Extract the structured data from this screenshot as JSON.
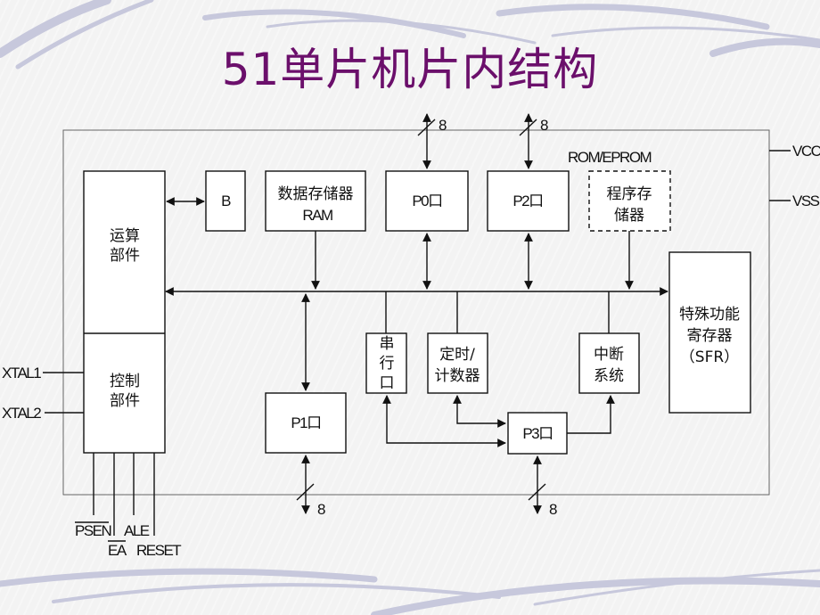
{
  "title": "51单片机片内结构",
  "blocks": {
    "alu": [
      "运算",
      "部件"
    ],
    "control": [
      "控制",
      "部件"
    ],
    "b": "B",
    "ram": [
      "数据存储器",
      "RAM"
    ],
    "p0": "P0口",
    "p2": "P2口",
    "rom_label": "ROM/EPROM",
    "program_memory": [
      "程序存",
      "储器"
    ],
    "sfr": [
      "特殊功能",
      "寄存器",
      "（SFR）"
    ],
    "serial": [
      "串",
      "行",
      "口"
    ],
    "timer": [
      "定时/",
      "计数器"
    ],
    "interrupt": [
      "中断",
      "系统"
    ],
    "p1": "P1口",
    "p3": "P3口"
  },
  "bus_widths": {
    "p0": "8",
    "p2": "8",
    "p1": "8",
    "p3": "8"
  },
  "external_pins": {
    "vcc": "VCC",
    "vss": "VSS",
    "xtal1": "XTAL1",
    "xtal2": "XTAL2",
    "psen": "PSEN",
    "ale": "ALE",
    "ea": "EA",
    "reset": "RESET"
  },
  "colors": {
    "title": "#6b0f6b",
    "line": "#111111",
    "box_fill": "#ffffff"
  }
}
